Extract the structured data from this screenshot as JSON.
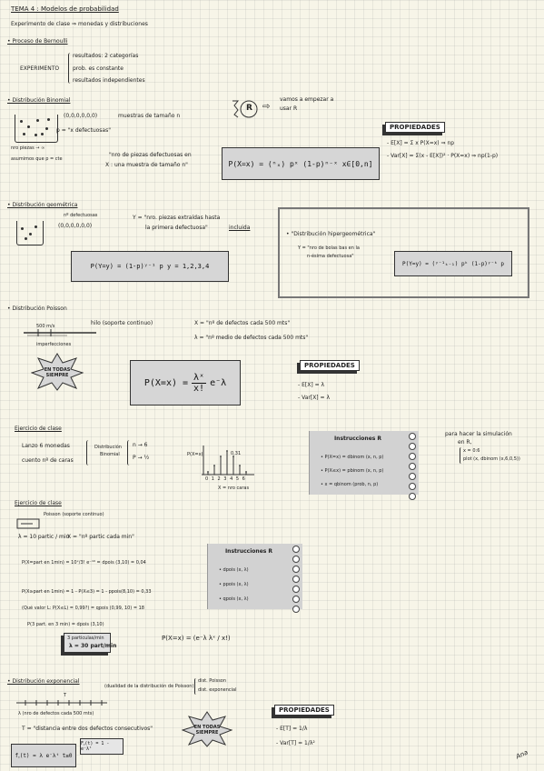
{
  "header": {
    "title": "TEMA 4 : Modelos de probabilidad",
    "subtitle": "Experimento de clase ⇒ monedas y distribuciones"
  },
  "bernoulli": {
    "title": "• Proceso de Bernoulli",
    "experimento": "EXPERIMENTO",
    "items": [
      "resultados: 2 categorías",
      "prob. es constante",
      "resultados independientes"
    ]
  },
  "binomial": {
    "title": "• Distribución Binomial",
    "sample_seq": "(0,0,0,0,0,0)",
    "muestras": "muestras de tamaño n",
    "p_def": "p = \"x defectuosas\"",
    "piezas": "nro piezas → ∞",
    "asumimos": "asumimos que p = cte",
    "x_def1": "\"nro de piezas defectuosas en",
    "x_def2": "X : una muestra de tamaño n\"",
    "formula": "P(X=x) = (ⁿₓ) pˣ (1-p)ⁿ⁻ˣ    x∈[0,n]",
    "r_note1": "vamos a empezar a",
    "r_note2": "usar R",
    "r_letter": "R"
  },
  "binomial_props": {
    "label": "PROPIEDADES",
    "e": "- E[X] = Σ x P(X=x) ⇒ np",
    "var": "- Var[X] = Σ(x - E[X])² · P(X=x) ⇒ np(1-p)"
  },
  "geometric": {
    "title": "• Distribución geométrica",
    "bucket_label": "nº defectuosas",
    "seq": "(0,0,0,0,0,0)",
    "y_def1": "Y = \"nro. piezas extraídas hasta",
    "y_def2": "la primera defectuosa\"",
    "incluida": "incluida",
    "formula": "P(Y=y) = (1-p)ʸ⁻¹ p      y = 1,2,3,4"
  },
  "hypergeometric": {
    "title": "• \"Distribución hipergeométrica\"",
    "y_def1": "Y = \"nro de bolas bas en la",
    "y_def2": "n-ésima defectuosa\"",
    "formula": "P(Y=y) = (ʸ⁻¹ₖ₋₁) pᵏ (1-p)ʸ⁻ᵏ p"
  },
  "poisson": {
    "title": "• Distribución Poisson",
    "length": "500 m/s",
    "hilo": "hilo (soporte continuo)",
    "imperfecciones": "imperfecciones",
    "x_def": "X = \"nº de defectos cada 500 mts\"",
    "lambda_def": "λ = \"nº medio de defectos cada 500 mts\"",
    "star_text": "EN TODAS SIEMPRE",
    "formula_left": "P(X=x) =",
    "formula_num": "λˣ",
    "formula_den": "x!",
    "formula_right": "e⁻λ",
    "props_label": "PROPIEDADES",
    "props_e": "- E[X] = λ",
    "props_var": "- Var[X] = λ"
  },
  "exercise1": {
    "title": "Ejercicio de clase",
    "line1": "Lanzo 6 monedas",
    "line2": "cuento nº de caras",
    "dist1": "Distribución",
    "dist2": "Binomial",
    "n": "n → 6",
    "p": "P → ½",
    "px": "P(X=x)",
    "peak": "0,31",
    "axis_ticks": "0 1 2 3 4 5 6",
    "axis_label": "X = nro caras"
  },
  "instr1": {
    "title": "Instrucciones R",
    "items": [
      "• P(X=x) = dbinom (x, n, p)",
      "• P(X≤x) = pbinom (x, n, p)",
      "• x = qbinom (prob, n, p)"
    ]
  },
  "sim_note": {
    "line1": "para hacer la simulación",
    "line2": "en R,",
    "case1": "x = 0:6",
    "case2": "plot (x, dbinom (x,6,0,5))"
  },
  "exercise2": {
    "title": "Ejercicio de clase",
    "poisson_label": "Poisson (soporte continuo)",
    "lambda": "λ = 10 partic / min",
    "x_def": "X = \"nº partic cada min\"",
    "l1": "P(X=part en 1min) = 10ˣ/3! e⁻¹⁰ = dpois (3,10) = 0,04",
    "l2": "P(X≥part en 1min) = 1 - P(X≤3) = 1 - ppois(8,10) = 0,33",
    "l3": "(Qué valor L: P(X≤L) = 0,99?) = qpois (0,99, 10) = 18",
    "l4": "P(3 part. en 3 min) = dpois (3,10)",
    "sticky1": "3 particulas/min",
    "sticky2": "λ = 30 part/min",
    "side_formula": "P(X=x) = (e⁻λ λˣ / x!)"
  },
  "instr2": {
    "title": "Instrucciones R",
    "items": [
      "• dpois (x, λ)",
      "• ppois (x, λ)",
      "• qpois (x, λ)"
    ]
  },
  "exponential": {
    "title": "• Distribución exponencial",
    "dual1": "(dualidad de la distribución de Poisson)",
    "dual_a": "dist. Poisson",
    "dual_b": "dist. exponencial",
    "tick_label": "T",
    "axis_caption": "λ (nro de defectos cada 500 mts)",
    "t_def": "T = \"distancia entre dos defectos consecutivos\"",
    "f_formula": "fᵧ(t) = λ e⁻λᵗ   t≥0",
    "F_formula": "Fᵧ(t) = 1 - e⁻λᵗ",
    "star_text": "EN TODAS SIEMPRE",
    "props_label": "PROPIEDADES",
    "props_e": "- E[T] = 1/λ",
    "props_var": "- Var[T] = 1/λ²",
    "signature": "Ana"
  }
}
